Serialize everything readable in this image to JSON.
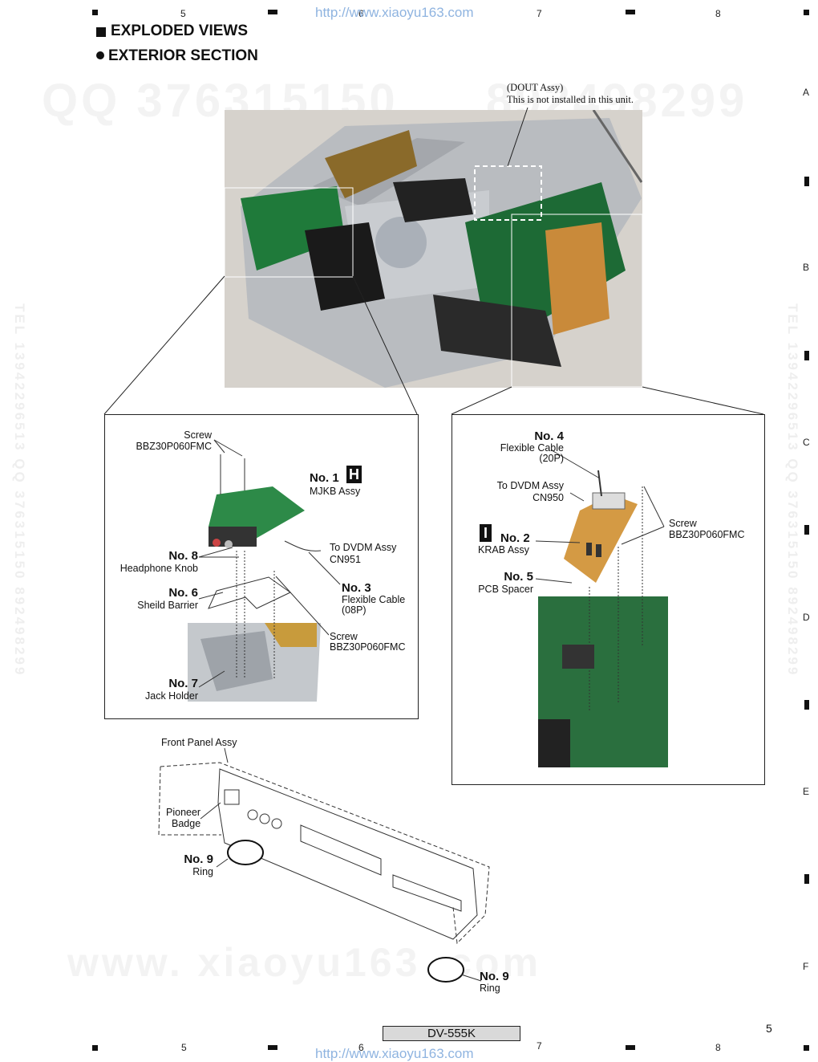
{
  "header": {
    "columns": [
      "5",
      "6",
      "7",
      "8"
    ],
    "rows": [
      "A",
      "B",
      "C",
      "D",
      "E",
      "F"
    ],
    "watermark_url": "http://www.xiaoyu163.com",
    "section_title": "EXPLODED VIEWS",
    "subsection_title": "EXTERIOR SECTION"
  },
  "watermarks": {
    "qq": "QQ 376315150",
    "qq2": "892498299",
    "tel_vertical": "TEL 13942296513 QQ 376315150 892498299",
    "site_big": "www. xiaoyu163 .com"
  },
  "photo_top": {
    "dout_label": "(DOUT Assy)",
    "dout_note": "This is not installed in this unit."
  },
  "left_detail": {
    "screw_top_label": "Screw",
    "screw_top_code": "BBZ30P060FMC",
    "no1_num": "No. 1",
    "no1_badge": "H",
    "no1_name": "MJKB Assy",
    "to_dvdm": "To DVDM Assy",
    "cn951": "CN951",
    "no8_num": "No. 8",
    "no8_name": "Headphone Knob",
    "no3_num": "No. 3",
    "no3_name": "Flexible Cable",
    "no3_pins": "(08P)",
    "no6_num": "No. 6",
    "no6_name": "Sheild Barrier",
    "screw_low_label": "Screw",
    "screw_low_code": "BBZ30P060FMC",
    "no7_num": "No. 7",
    "no7_name": "Jack Holder"
  },
  "right_detail": {
    "no4_num": "No. 4",
    "no4_name": "Flexible Cable",
    "no4_pins": "(20P)",
    "to_dvdm": "To DVDM Assy",
    "cn950": "CN950",
    "screw_label": "Screw",
    "screw_code": "BBZ30P060FMC",
    "no2_badge": "I",
    "no2_num": "No. 2",
    "no2_name": "KRAB Assy",
    "no5_num": "No. 5",
    "no5_name": "PCB Spacer"
  },
  "front_panel": {
    "title": "Front Panel Assy",
    "badge_l1": "Pioneer",
    "badge_l2": "Badge",
    "no9a_num": "No. 9",
    "no9a_name": "Ring",
    "no9b_num": "No. 9",
    "no9b_name": "Ring"
  },
  "footer": {
    "model": "DV-555K",
    "page": "5"
  }
}
